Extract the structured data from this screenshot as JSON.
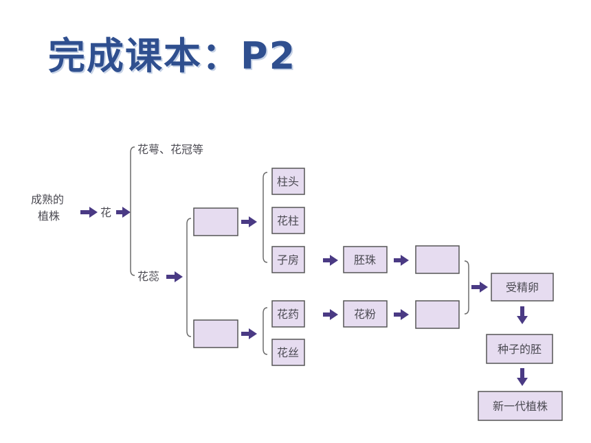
{
  "title": "完成课本：P2",
  "colors": {
    "box_fill": "#e6dcf0",
    "box_border": "#555555",
    "arrow": "#4a3a84",
    "bracket": "#6b6b6b",
    "text": "#4b4a52",
    "title": "#2f4f8f"
  },
  "diagram": {
    "plant": [
      "成熟的",
      "植株"
    ],
    "flower": "花",
    "calyx_corolla": "花萼、花冠等",
    "stamens_pistil": "花蕊",
    "stigma": "柱头",
    "style": "花柱",
    "ovary": "子房",
    "ovule": "胚珠",
    "anther": "花药",
    "pollen": "花粉",
    "filament": "花丝",
    "fertilized_egg": "受精卵",
    "seed_embryo": "种子的胚",
    "new_plant": "新一代植株",
    "blank_pistil": "",
    "blank_stamen": "",
    "blank_egg": "",
    "blank_sperm": ""
  }
}
